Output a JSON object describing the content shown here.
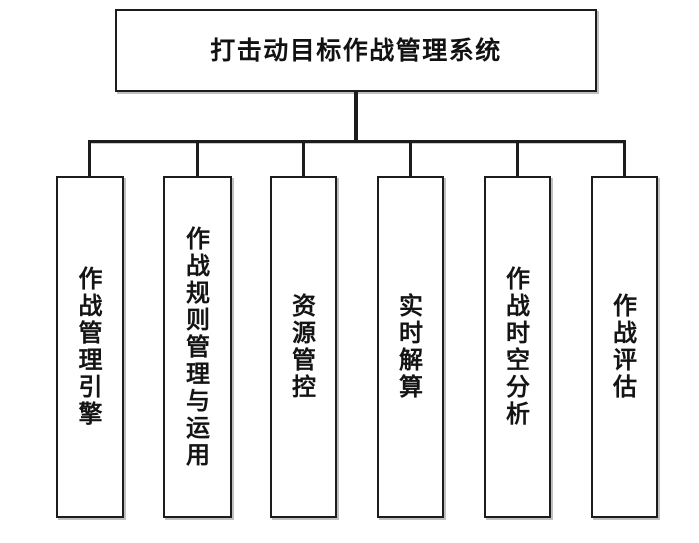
{
  "diagram": {
    "type": "organizational-hierarchy",
    "orientation": "top-down",
    "background_color": "#ffffff",
    "line_color": "#1c1c1c",
    "node_fill_color": "#ffffff",
    "text_color": "#121212",
    "root": {
      "label": "打击动目标作战管理系统",
      "text_direction": "horizontal"
    },
    "children": [
      {
        "id": "node-1",
        "label": "作战管理引擎",
        "text_direction": "vertical"
      },
      {
        "id": "node-2",
        "label": "作战规则管理与运用",
        "text_direction": "vertical"
      },
      {
        "id": "node-3",
        "label": "资源管控",
        "text_direction": "vertical"
      },
      {
        "id": "node-4",
        "label": "实时解算",
        "text_direction": "vertical"
      },
      {
        "id": "node-5",
        "label": "作战时空分析",
        "text_direction": "vertical"
      },
      {
        "id": "node-6",
        "label": "作战评估",
        "text_direction": "vertical"
      }
    ]
  }
}
